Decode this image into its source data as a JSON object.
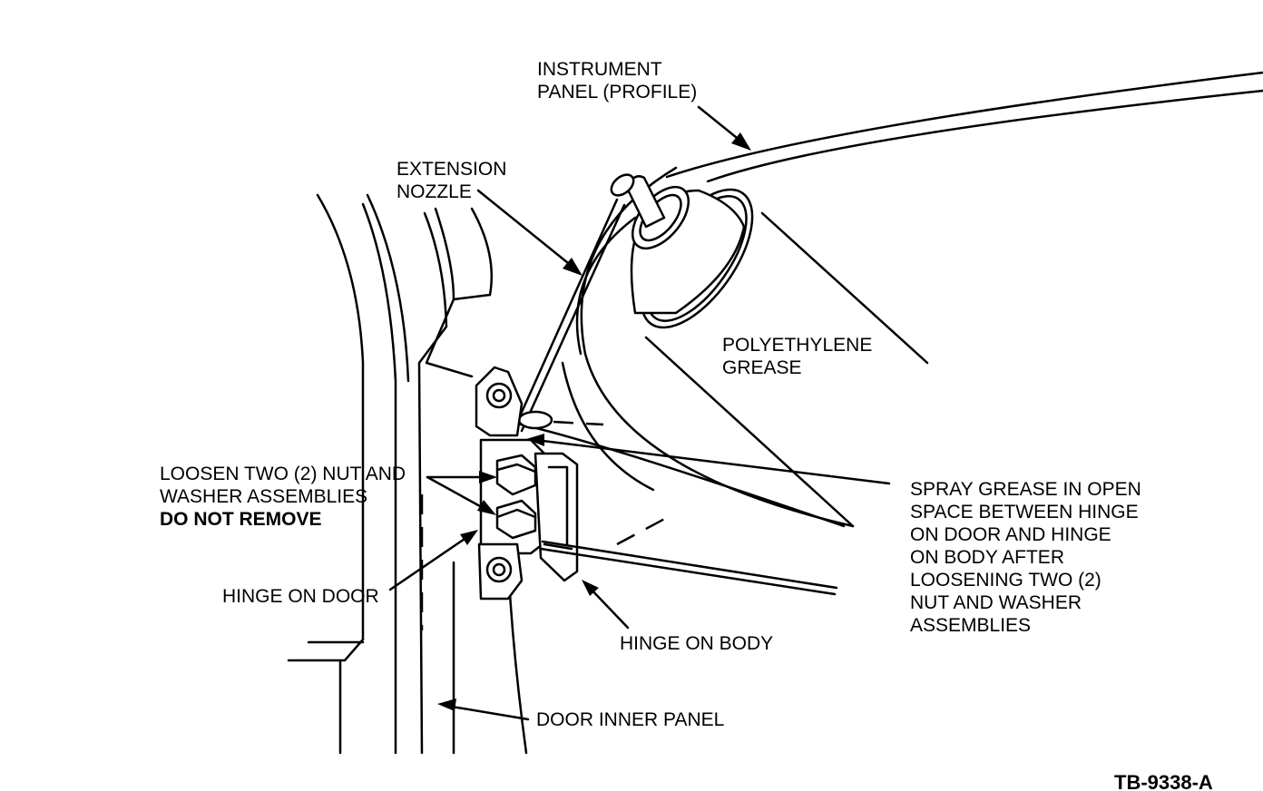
{
  "labels": {
    "instrument_panel": [
      "INSTRUMENT",
      "PANEL (PROFILE)"
    ],
    "extension_nozzle": [
      "EXTENSION",
      "NOZZLE"
    ],
    "polyethylene_grease": [
      "POLYETHYLENE",
      "GREASE"
    ],
    "loosen_nuts": [
      "LOOSEN TWO (2) NUT AND",
      "WASHER ASSEMBLIES"
    ],
    "do_not_remove": "DO NOT REMOVE",
    "hinge_on_door": "HINGE ON DOOR",
    "spray_grease": [
      "SPRAY GREASE IN OPEN",
      "SPACE BETWEEN HINGE",
      "ON DOOR AND HINGE",
      "ON BODY AFTER",
      "LOOSENING TWO (2)",
      "NUT AND WASHER",
      "ASSEMBLIES"
    ],
    "hinge_on_body": "HINGE ON BODY",
    "door_inner_panel": "DOOR INNER PANEL"
  },
  "figure_id": "TB-9338-A"
}
